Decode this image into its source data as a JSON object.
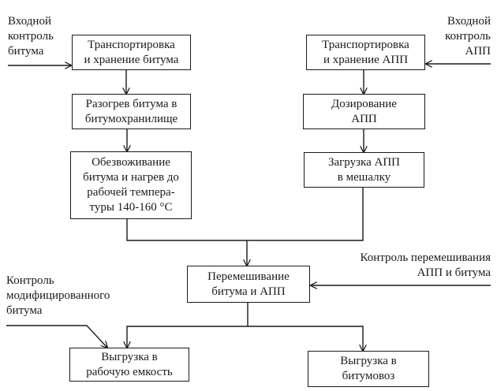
{
  "diagram": {
    "type": "flowchart",
    "nodes": [
      {
        "id": "bit_transport",
        "lines": [
          "Транспортировка",
          "и хранение битума"
        ]
      },
      {
        "id": "bit_heat",
        "lines": [
          "Разогрев битума в",
          "битумохранилище"
        ]
      },
      {
        "id": "bit_dewater",
        "lines": [
          "Обезвоживание",
          "битума и нагрев до",
          "рабочей темпера-",
          "туры 140-160 °С"
        ]
      },
      {
        "id": "app_transport",
        "lines": [
          "Транспортировка",
          "и хранение АПП"
        ]
      },
      {
        "id": "app_dose",
        "lines": [
          "Дозирование",
          "АПП"
        ]
      },
      {
        "id": "app_load",
        "lines": [
          "Загрузка АПП",
          "в мешалку"
        ]
      },
      {
        "id": "mix",
        "lines": [
          "Перемешивание",
          "битума и АПП"
        ]
      },
      {
        "id": "unload_tank",
        "lines": [
          "Выгрузка в",
          "рабочую емкость"
        ]
      },
      {
        "id": "unload_truck",
        "lines": [
          "Выгрузка в",
          "битумовоз"
        ]
      }
    ],
    "labels": {
      "input_bitumen": [
        "Входной",
        "контроль",
        "битума"
      ],
      "input_app": [
        "Входной",
        "контроль",
        "АПП"
      ],
      "mix_control": [
        "Контроль перемешивания",
        "АПП и битума"
      ],
      "modified_control": [
        "Контроль",
        "модифицированного",
        "битума"
      ]
    },
    "edges": [
      [
        "input_bitumen",
        "bit_transport"
      ],
      [
        "bit_transport",
        "bit_heat"
      ],
      [
        "bit_heat",
        "bit_dewater"
      ],
      [
        "input_app",
        "app_transport"
      ],
      [
        "app_transport",
        "app_dose"
      ],
      [
        "app_dose",
        "app_load"
      ],
      [
        "bit_dewater",
        "mix"
      ],
      [
        "app_load",
        "mix"
      ],
      [
        "mix_control",
        "mix"
      ],
      [
        "mix",
        "unload_tank"
      ],
      [
        "mix",
        "unload_truck"
      ],
      [
        "modified_control",
        "unload_tank"
      ]
    ]
  }
}
